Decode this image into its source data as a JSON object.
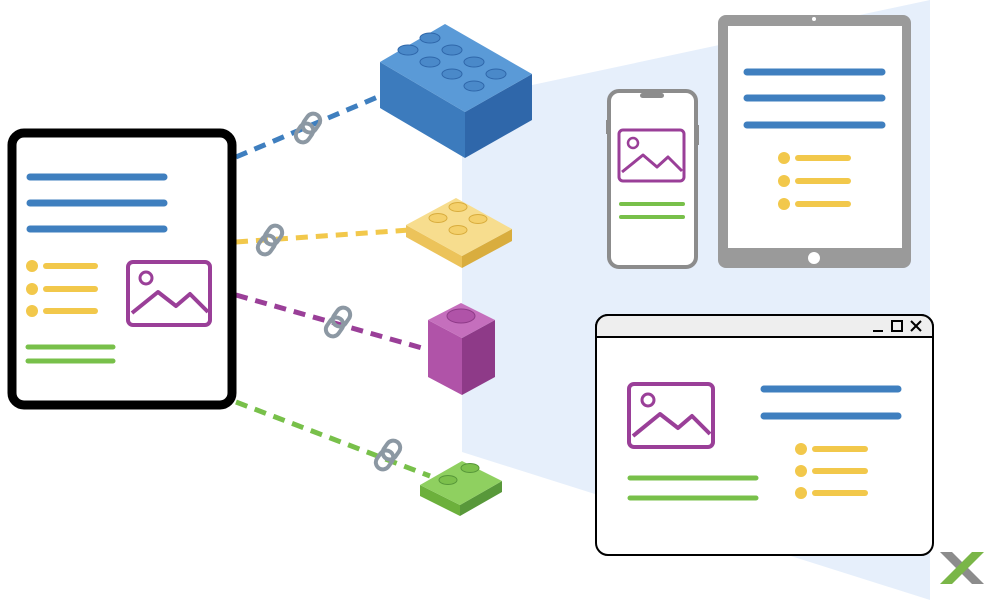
{
  "colors": {
    "blue": "#3f7fbf",
    "yellow": "#f2c84b",
    "purple": "#9a3f98",
    "green": "#78c04a",
    "black": "#000000",
    "gray": "#8c8c8c",
    "projection": "#e6effb",
    "chain": "#8c98a3"
  },
  "source_document": {
    "text_lines": 3,
    "bullet_items": 3,
    "image_icon": "image-icon",
    "footer_lines": 2
  },
  "blocks": [
    {
      "color": "blue",
      "shape": "brick-2x4",
      "link_icon": "chain-link-icon"
    },
    {
      "color": "yellow",
      "shape": "plate-2x2",
      "link_icon": "chain-link-icon"
    },
    {
      "color": "purple",
      "shape": "brick-1x1-tall",
      "link_icon": "chain-link-icon"
    },
    {
      "color": "green",
      "shape": "plate-1x2",
      "link_icon": "chain-link-icon"
    }
  ],
  "devices": {
    "phone": {
      "icon": "smartphone-icon"
    },
    "tablet": {
      "icon": "tablet-icon"
    },
    "browser_window": {
      "icon": "browser-window-icon",
      "controls": [
        "minimize-icon",
        "maximize-icon",
        "close-icon"
      ]
    }
  },
  "logo": {
    "icon": "x-logo-icon"
  }
}
